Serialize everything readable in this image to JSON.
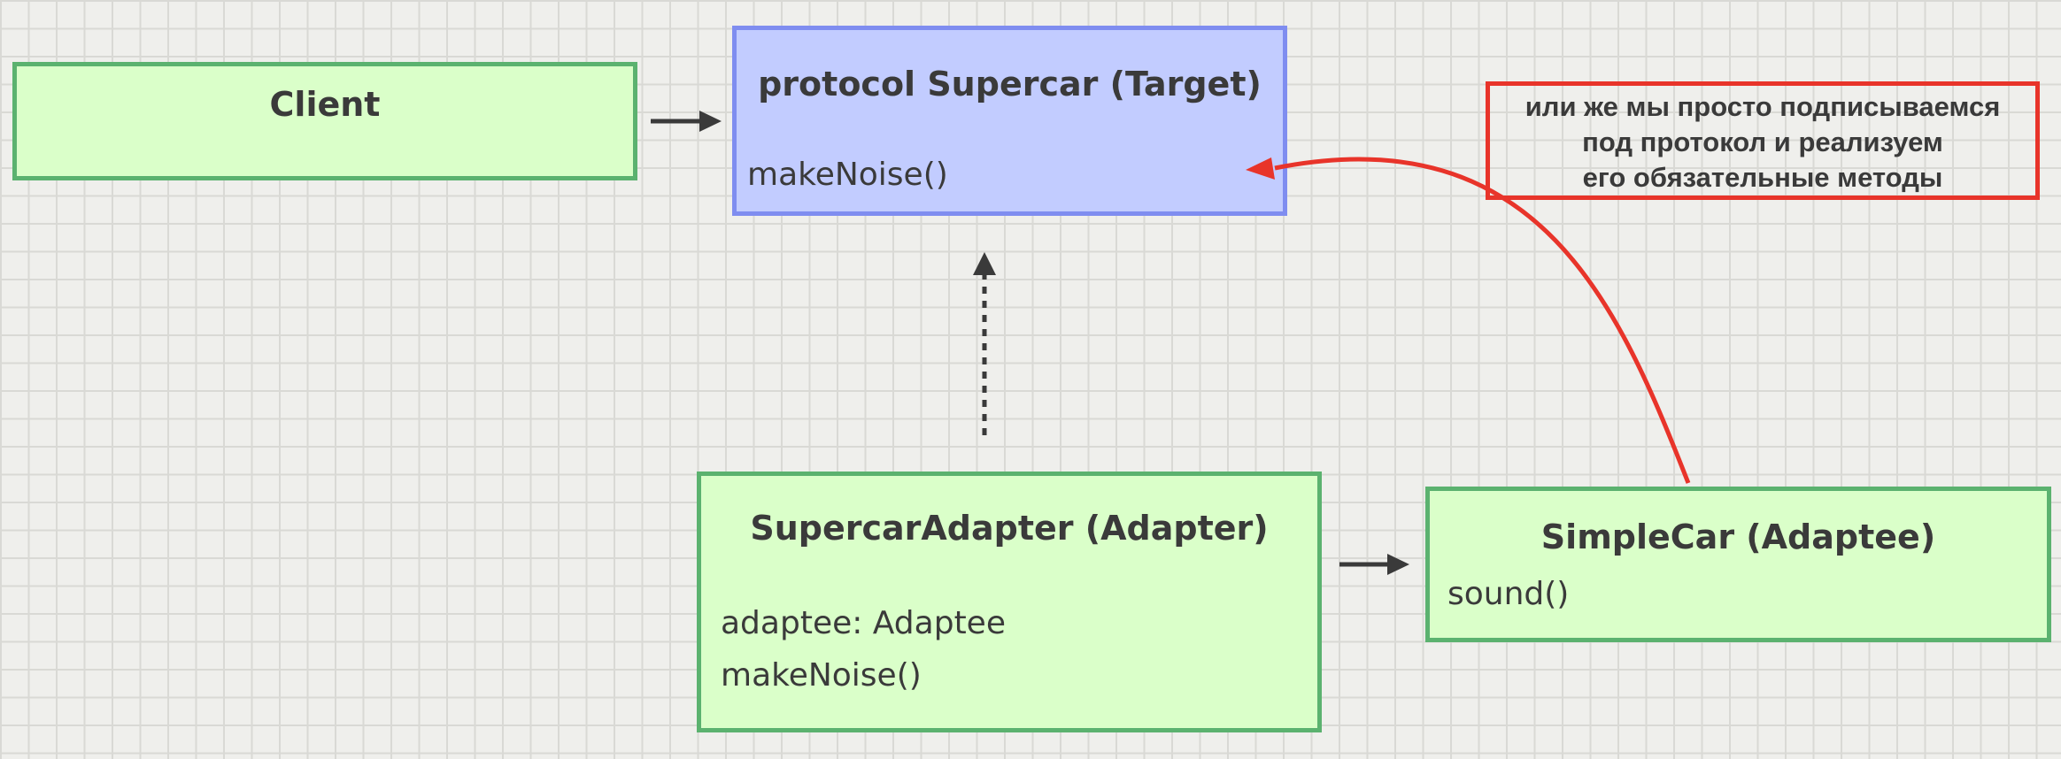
{
  "diagram": {
    "client": {
      "title": "Client"
    },
    "target": {
      "title": "protocol Supercar (Target)",
      "members": [
        "makeNoise()"
      ]
    },
    "adapter": {
      "title": "SupercarAdapter (Adapter)",
      "members": [
        "adaptee: Adaptee",
        "makeNoise()"
      ]
    },
    "adaptee": {
      "title": "SimpleCar (Adaptee)",
      "members": [
        "sound()"
      ]
    },
    "note": {
      "lines": [
        "или же мы просто подписываемся",
        "под протокол и реализуем",
        "его обязательные методы"
      ]
    },
    "colors": {
      "class_fill": "#daffc9",
      "class_border": "#5bb26f",
      "protocol_fill": "#c2ccff",
      "protocol_border": "#7f8df0",
      "note_border": "#e8342a",
      "arrow": "#3a3a3a",
      "highlight_arrow": "#e8342a"
    }
  }
}
